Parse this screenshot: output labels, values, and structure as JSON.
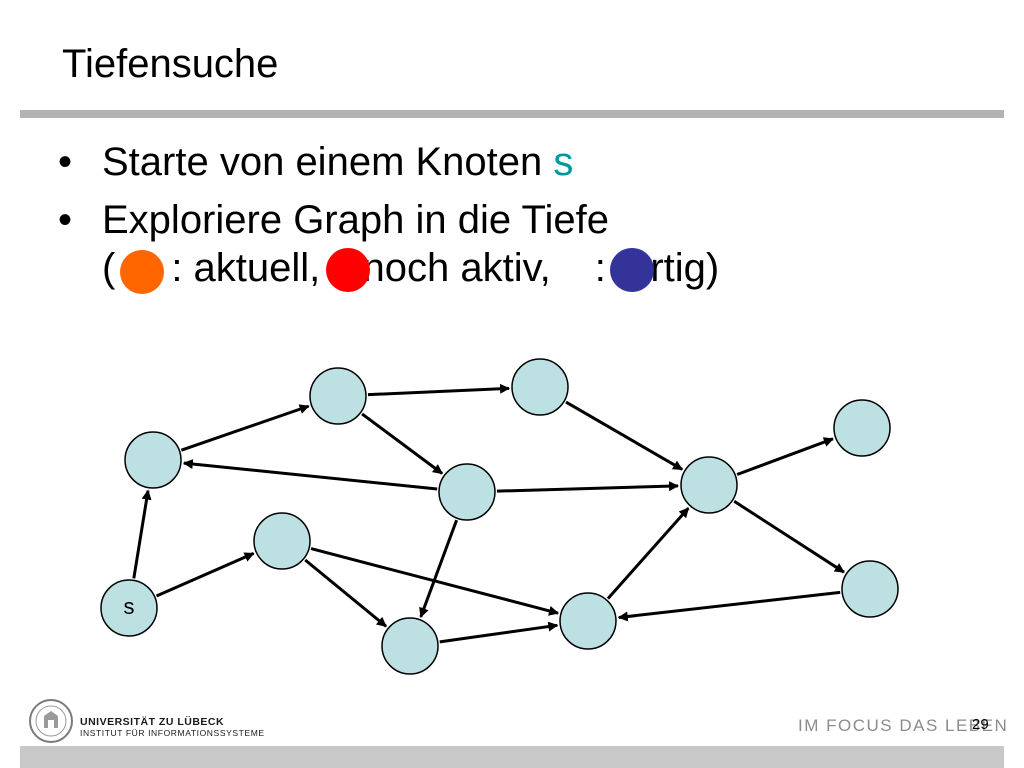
{
  "slide": {
    "title": "Tiefensuche",
    "bullets": {
      "b1_text": "Starte von einem Knoten ",
      "b1_var": "s",
      "b2_text": "Exploriere Graph in die Tiefe",
      "legend_open": "(",
      "legend_current": ": aktuell,",
      "legend_active": ": noch aktiv,",
      "legend_done": ": fertig)"
    },
    "legend_colors": {
      "current": "#ff6600",
      "active": "#ff0000",
      "done": "#333399"
    },
    "graph": {
      "node_fill": "#bde0e3",
      "start_label": "s"
    },
    "footer": {
      "university": "UNIVERSITÄT ZU LÜBECK",
      "institute": "INSTITUT FÜR INFORMATIONSSYSTEME",
      "motto": "IM FOCUS DAS LEBEN",
      "page_number": "29"
    }
  }
}
